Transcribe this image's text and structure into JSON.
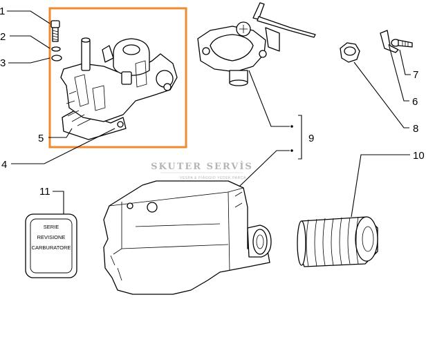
{
  "callouts": [
    "1",
    "2",
    "3",
    "4",
    "5",
    "6",
    "7",
    "8",
    "9",
    "10",
    "11"
  ],
  "label_card": {
    "lines": [
      "SERIE",
      "REVISIONE",
      "CARBURATORE"
    ]
  },
  "watermark": {
    "title": "SKUTER SERVİS",
    "subtitle": "VESPA & PIAGGIO YEDEK PARÇA"
  },
  "colors": {
    "highlight": "#f08a2c",
    "watermark": "#b9b3b3",
    "ink": "#000000"
  },
  "icons": [
    "carburetor-drawing",
    "choke-lever-drawing",
    "nut-drawing",
    "clip-drawing",
    "screw-drawing",
    "air-filter-box-drawing",
    "rubber-bellows-drawing",
    "label-card-drawing"
  ]
}
